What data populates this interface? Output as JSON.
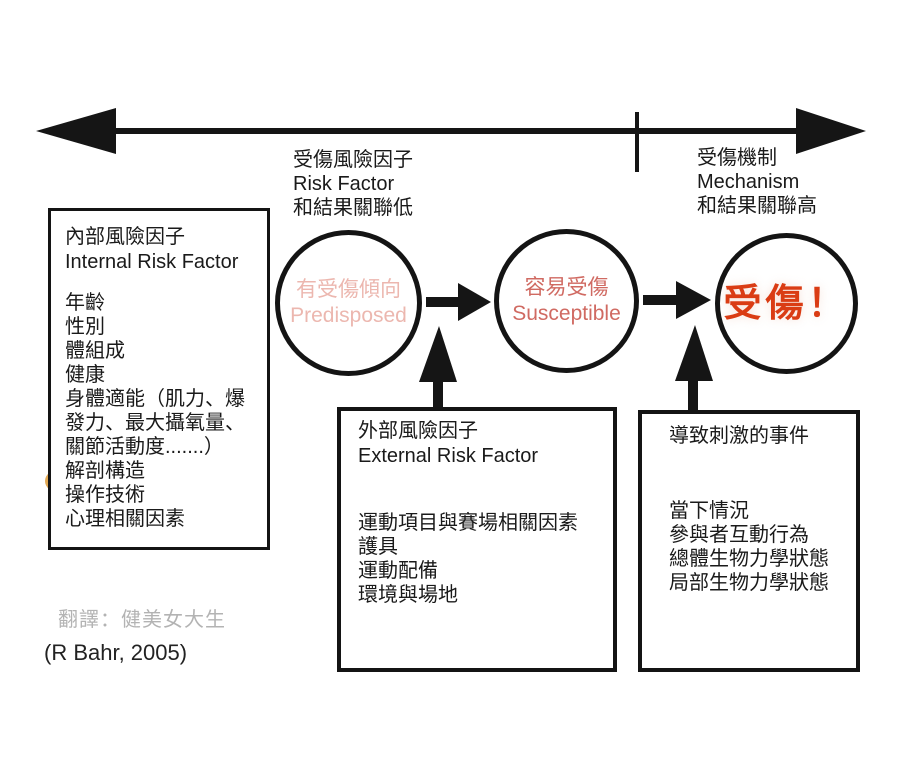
{
  "colors": {
    "ink": "#151515",
    "predisposed_text": "#ecb7af",
    "susceptible_text": "#d06a62",
    "injury_text": "#da3c14",
    "highlight_ellipse": "#dfa041",
    "translation_text": "#b3b3b3"
  },
  "timeline": {
    "left_label": "受傷風險因子\nRisk Factor\n和結果關聯低",
    "right_label": "受傷機制\nMechanism\n和結果關聯高"
  },
  "internal_box": {
    "title_zh": "內部風險因子",
    "title_en": "Internal Risk Factor",
    "items": [
      "年齡",
      "性別",
      "體組成",
      "健康",
      "身體適能（肌力、爆發力、最大攝氧量、關節活動度.......）",
      "解剖構造",
      "操作技術",
      "心理相關因素"
    ]
  },
  "stages": {
    "predisposed": {
      "zh": "有受傷傾向",
      "en": "Predisposed"
    },
    "susceptible": {
      "zh": "容易受傷",
      "en": "Susceptible"
    },
    "injury": {
      "zh": "受傷！"
    }
  },
  "external_box": {
    "title_zh": "外部風險因子",
    "title_en": "External Risk Factor",
    "items": [
      "運動項目與賽場相關因素",
      "護具",
      "運動配備",
      "環境與場地"
    ]
  },
  "event_box": {
    "title": "導致刺激的事件",
    "items": [
      "當下情況",
      "參與者互動行為",
      "總體生物力學狀態",
      "局部生物力學狀態"
    ]
  },
  "footer": {
    "translation": "翻譯：健美女大生",
    "citation": "(R Bahr, 2005)"
  }
}
